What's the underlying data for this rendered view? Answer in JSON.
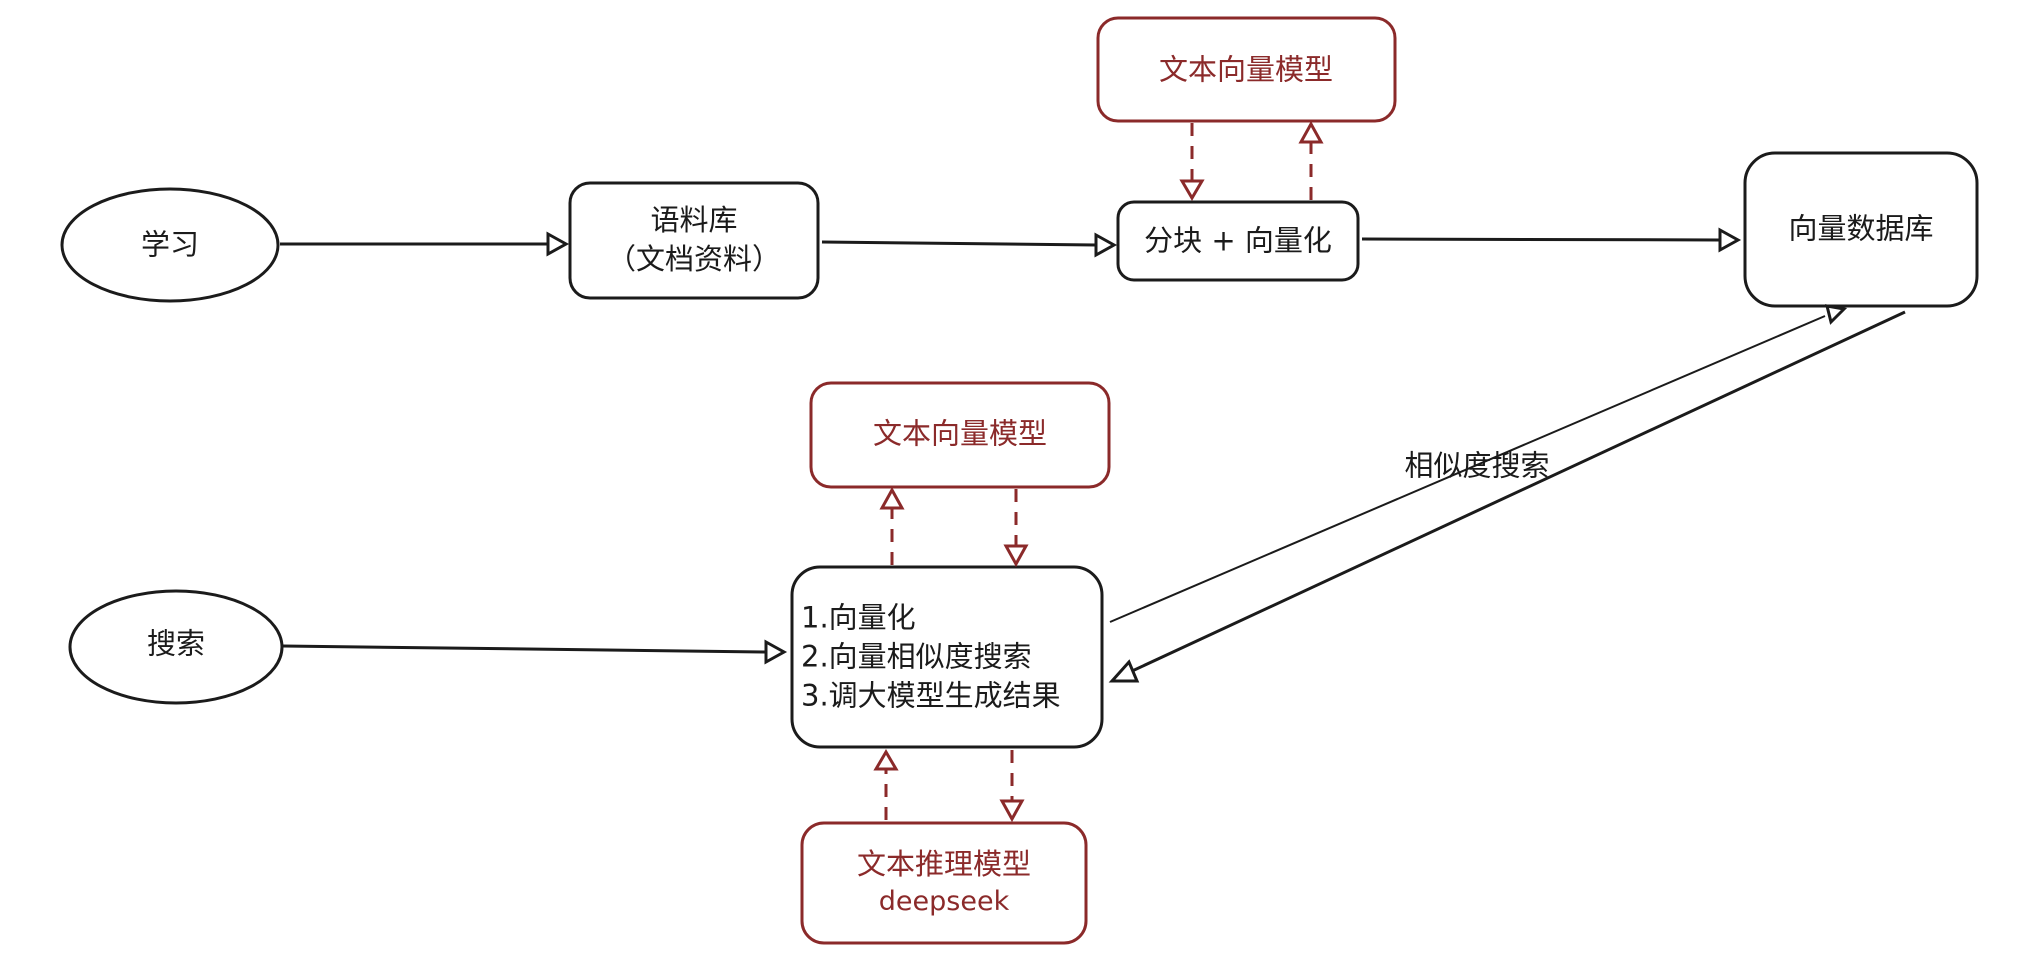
{
  "diagram": {
    "nodes": {
      "learn": {
        "label": "学习"
      },
      "corpus": {
        "line1": "语料库",
        "line2": "（文档资料）"
      },
      "chunk": {
        "label": "分块 + 向量化"
      },
      "embed_top": {
        "label": "文本向量模型"
      },
      "vector_db": {
        "label": "向量数据库"
      },
      "search": {
        "label": "搜索"
      },
      "embed_mid": {
        "label": "文本向量模型"
      },
      "steps": {
        "items": [
          "1.向量化",
          "2.向量相似度搜索",
          "3.调大模型生成结果"
        ]
      },
      "reasoning": {
        "line1": "文本推理模型",
        "line2": "deepseek"
      }
    },
    "edges": {
      "similarity_search": {
        "label": "相似度搜索"
      }
    },
    "colors": {
      "ink": "#1b1b1b",
      "model": "#8b2a2a"
    }
  }
}
